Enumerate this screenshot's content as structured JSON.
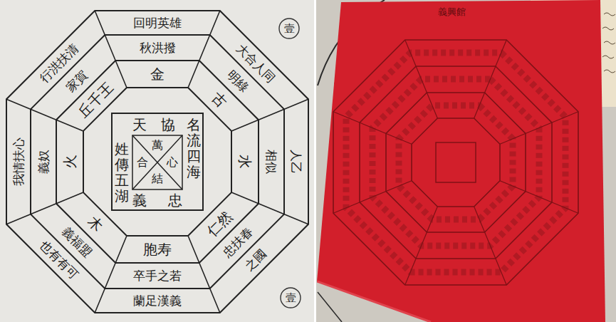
{
  "diagram": {
    "nodes": [
      {
        "text": [
          "天",
          "協",
          "名流四海",
          "姓傳五湖",
          "萬",
          "合",
          "心",
          "結",
          "義",
          "忠"
        ]
      },
      {
        "text": [
          "義興館"
        ]
      }
    ],
    "labels": [
      "回明英雄",
      "大合人同",
      "人乙",
      "之國",
      "蘭足漢義",
      "也有有可",
      "我情扶心",
      "行洪扶清",
      "秋洪撥",
      "明綠",
      "相似",
      "忠扶春",
      "卒手之若",
      "義福盟",
      "義奴",
      "家賀",
      "金",
      "古",
      "水",
      "仁然",
      "胞寿",
      "木",
      "火",
      "丘千王",
      "壹",
      "壹"
    ]
  }
}
